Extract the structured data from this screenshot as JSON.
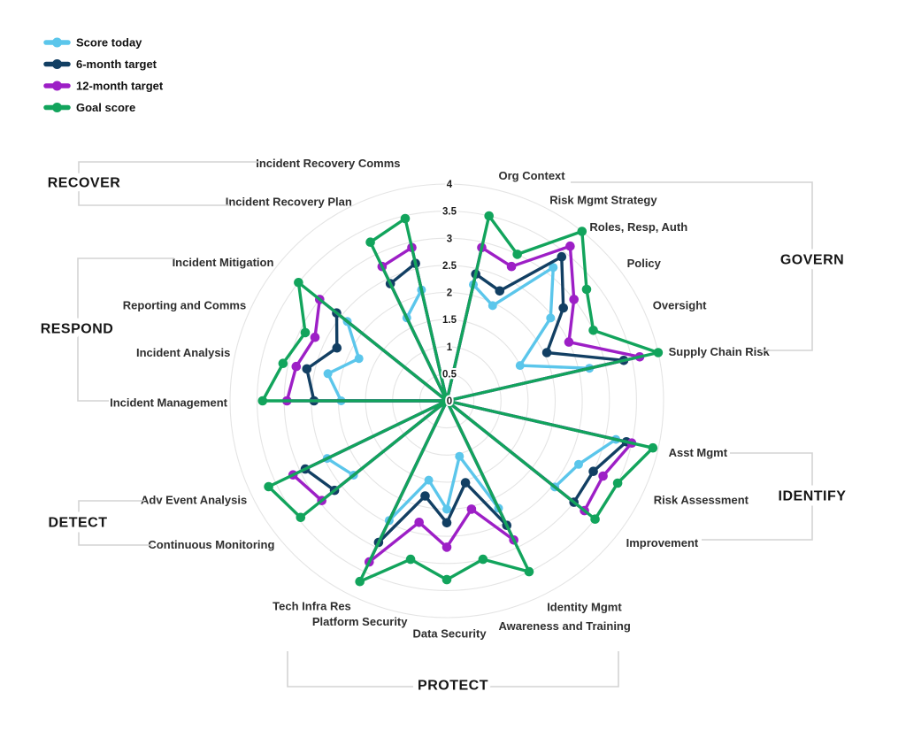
{
  "legend": {
    "items": [
      {
        "id": "score_today",
        "label": "Score today",
        "color": "#5BC6EB"
      },
      {
        "id": "six_month_target",
        "label": "6-month target",
        "color": "#123F63"
      },
      {
        "id": "twelve_month_target",
        "label": "12-month target",
        "color": "#9D1FC6"
      },
      {
        "id": "goal_score",
        "label": "Goal score",
        "color": "#12A45C"
      }
    ]
  },
  "chart_data": {
    "type": "radar",
    "axis": {
      "min": 0,
      "max": 4,
      "step": 0.5,
      "tick_labels": [
        "0",
        "0.5",
        "1",
        "1.5",
        "2",
        "2.5",
        "3",
        "3.5",
        "4"
      ],
      "grid": "concentric-circles"
    },
    "series": [
      {
        "id": "score_today",
        "name": "Score today",
        "color": "#5BC6EB"
      },
      {
        "id": "six_month_target",
        "name": "6-month target",
        "color": "#123F63"
      },
      {
        "id": "twelve_month_target",
        "name": "12-month target",
        "color": "#9D1FC6"
      },
      {
        "id": "goal_score",
        "name": "Goal score",
        "color": "#12A45C"
      }
    ],
    "groups": [
      {
        "name": "GOVERN",
        "spokes": [
          {
            "label": "Org Context",
            "score_today": 2.2,
            "six_month_target": 2.4,
            "twelve_month_target": 2.9,
            "goal_score": 3.5
          },
          {
            "label": "Risk Mgmt Strategy",
            "score_today": 1.95,
            "six_month_target": 2.25,
            "twelve_month_target": 2.75,
            "goal_score": 3.0
          },
          {
            "label": "Roles, Resp, Auth",
            "score_today": 3.15,
            "six_month_target": 3.4,
            "twelve_month_target": 3.65,
            "goal_score": 4.0
          },
          {
            "label": "Policy",
            "score_today": 2.45,
            "six_month_target": 2.75,
            "twelve_month_target": 3.0,
            "goal_score": 3.3
          },
          {
            "label": "Oversight",
            "score_today": 1.5,
            "six_month_target": 2.05,
            "twelve_month_target": 2.5,
            "goal_score": 3.0
          },
          {
            "label": "Supply Chain Risk",
            "score_today": 2.7,
            "six_month_target": 3.35,
            "twelve_month_target": 3.65,
            "goal_score": 4.0
          }
        ]
      },
      {
        "name": "IDENTIFY",
        "spokes": [
          {
            "label": "Asst Mgmt",
            "score_today": 3.2,
            "six_month_target": 3.4,
            "twelve_month_target": 3.5,
            "goal_score": 3.9
          },
          {
            "label": "Risk Assessment",
            "score_today": 2.7,
            "six_month_target": 3.0,
            "twelve_month_target": 3.2,
            "goal_score": 3.5
          },
          {
            "label": "Improvement",
            "score_today": 2.55,
            "six_month_target": 3.0,
            "twelve_month_target": 3.25,
            "goal_score": 3.5
          }
        ]
      },
      {
        "name": "PROTECT",
        "spokes": [
          {
            "label": "Identity Mgmt",
            "score_today": 2.2,
            "six_month_target": 2.55,
            "twelve_month_target": 2.85,
            "goal_score": 3.5
          },
          {
            "label": "Awareness and Training",
            "score_today": 1.05,
            "six_month_target": 1.55,
            "twelve_month_target": 2.05,
            "goal_score": 3.0
          },
          {
            "label": "Data Security",
            "score_today": 2.0,
            "six_month_target": 2.25,
            "twelve_month_target": 2.7,
            "goal_score": 3.3
          },
          {
            "label": "Platform Security",
            "score_today": 1.5,
            "six_month_target": 1.8,
            "twelve_month_target": 2.3,
            "goal_score": 3.0
          },
          {
            "label": "Tech Infra Res",
            "score_today": 2.45,
            "six_month_target": 2.9,
            "twelve_month_target": 3.3,
            "goal_score": 3.7
          }
        ]
      },
      {
        "name": "DETECT",
        "spokes": [
          {
            "label": "Continuous Monitoring",
            "score_today": 2.2,
            "six_month_target": 2.65,
            "twelve_month_target": 2.95,
            "goal_score": 3.45
          },
          {
            "label": "Adv Event Analysis",
            "score_today": 2.45,
            "six_month_target": 2.9,
            "twelve_month_target": 3.15,
            "goal_score": 3.65
          }
        ]
      },
      {
        "name": "RESPOND",
        "spokes": [
          {
            "label": "Incident Management",
            "score_today": 1.95,
            "six_month_target": 2.45,
            "twelve_month_target": 2.95,
            "goal_score": 3.4
          },
          {
            "label": "Incident Analysis",
            "score_today": 2.25,
            "six_month_target": 2.65,
            "twelve_month_target": 2.85,
            "goal_score": 3.1
          },
          {
            "label": "Reporting and Comms",
            "score_today": 1.8,
            "six_month_target": 2.25,
            "twelve_month_target": 2.7,
            "goal_score": 2.9
          },
          {
            "label": "Incident Mitigation",
            "score_today": 2.35,
            "six_month_target": 2.6,
            "twelve_month_target": 3.0,
            "goal_score": 3.5
          }
        ]
      },
      {
        "name": "RECOVER",
        "spokes": [
          {
            "label": "Incident Recovery Plan",
            "score_today": 1.7,
            "six_month_target": 2.4,
            "twelve_month_target": 2.75,
            "goal_score": 3.25
          },
          {
            "label": "Incident Recovery Comms",
            "score_today": 2.1,
            "six_month_target": 2.6,
            "twelve_month_target": 2.9,
            "goal_score": 3.45
          }
        ]
      }
    ]
  }
}
